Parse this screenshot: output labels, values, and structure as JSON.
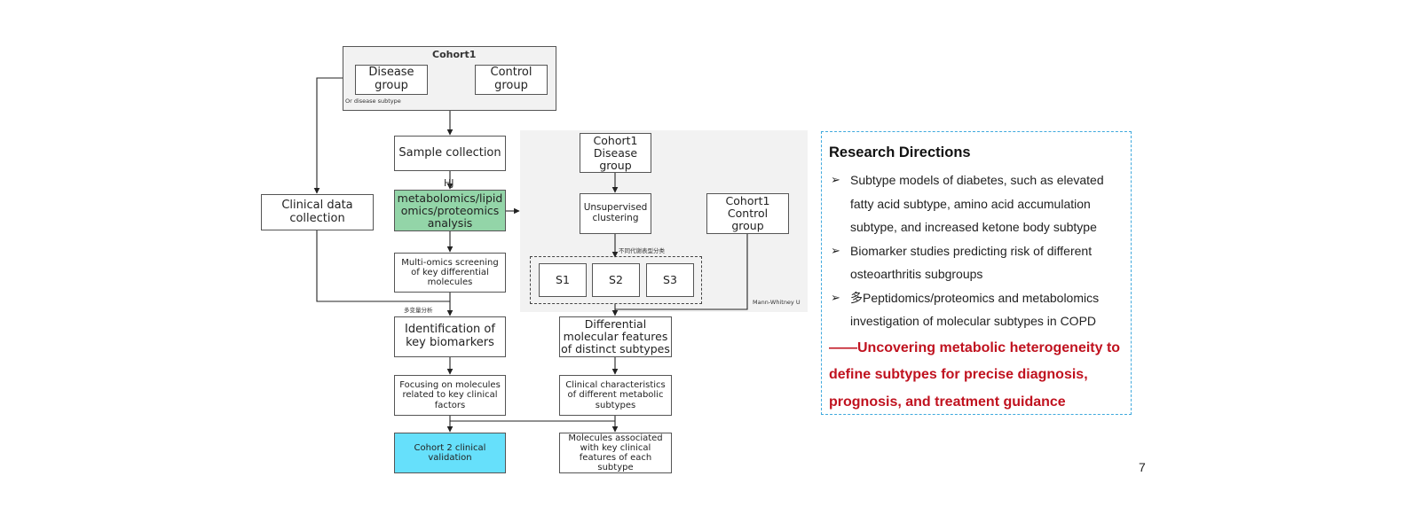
{
  "flowchart": {
    "cohort1_title": "Cohort1",
    "disease_group": "Disease group",
    "control_group": "Control group",
    "subtype_note": "Or disease subtype",
    "sample_collection": "Sample collection",
    "hj_label": "HJ",
    "omics_analysis": "metabolomics/lipidomics/proteomics analysis",
    "clinical_data": "Clinical data collection",
    "multi_omics": "Multi-omics screening of key differential molecules",
    "multivariate_label": "多变量分析",
    "key_biomarkers": "Identification of key biomarkers",
    "focusing": "Focusing on molecules related to key clinical factors",
    "validation": "Cohort 2 clinical validation",
    "cohort1_disease": "Cohort1 Disease group",
    "unsupervised": "Unsupervised clustering",
    "cohort1_control": "Cohort1 Control group",
    "metabolic_label": "不同代谢表型分类",
    "s1": "S1",
    "s2": "S2",
    "s3": "S3",
    "mann_whitney": "Mann-Whitney U",
    "differential": "Differential molecular features of distinct subtypes",
    "clinical_char": "Clinical characteristics of different metabolic subtypes",
    "molecules_assoc": "Molecules associated with key clinical features of each subtype",
    "colors": {
      "omics_fill": "#93d5a8",
      "validation_fill": "#66e0fb",
      "panel_fill": "#f2f2f2"
    }
  },
  "research": {
    "title": "Research Directions",
    "bullet_icon": "arrow-bullet-icon",
    "items": [
      "Subtype models of diabetes, such as elevated fatty acid subtype, amino acid accumulation subtype, and increased ketone body subtype",
      "Biomarker studies predicting risk of different osteoarthritis subgroups",
      "多Peptidomics/proteomics and metabolomics investigation of molecular subtypes in COPD"
    ],
    "conclusion": "——Uncovering metabolic heterogeneity to define subtypes for precise diagnosis, prognosis, and treatment guidance",
    "colors": {
      "border": "#3fa9dd",
      "conclusion": "#c0121f"
    }
  },
  "page_number": "7"
}
